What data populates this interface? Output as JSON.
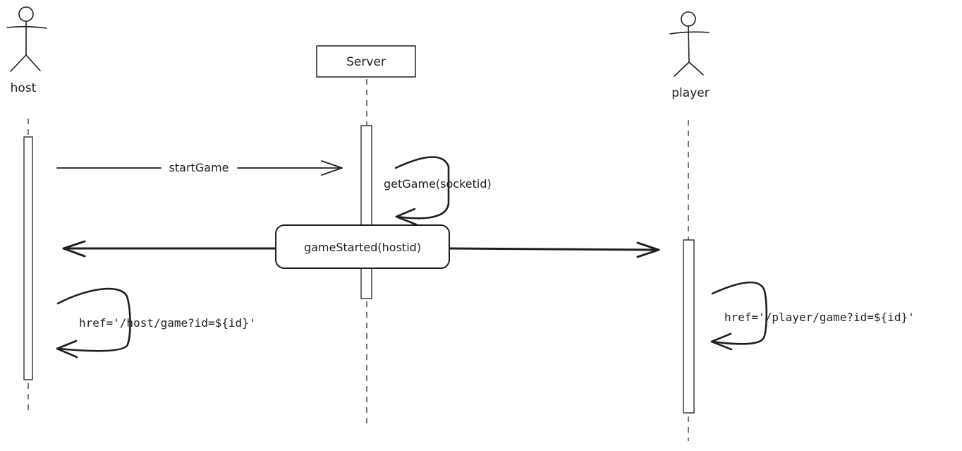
{
  "participants": {
    "host": {
      "label": "host",
      "icon": "stick-figure-icon"
    },
    "server": {
      "label": "Server"
    },
    "player": {
      "label": "player",
      "icon": "stick-figure-icon"
    }
  },
  "messages": {
    "start_game": "startGame",
    "get_game": "getGame(socketid)",
    "game_started": "gameStarted(hostid)",
    "host_redirect": "href='/host/game?id=${id}'",
    "player_redirect": "href='/player/game?id=${id}'"
  },
  "colors": {
    "stroke": "#1e1e1e",
    "background": "#ffffff"
  }
}
